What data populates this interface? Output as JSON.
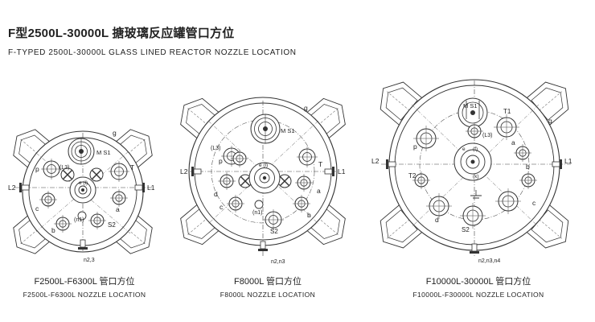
{
  "header": {
    "title_cn": "F型2500L-30000L 搪玻璃反应罐管口方位",
    "title_en": "F-TYPED 2500L-30000L GLASS LINED REACTOR NOZZLE LOCATION"
  },
  "diagrams": [
    {
      "caption_cn": "F2500L-F6300L 管口方位",
      "caption_en": "F2500L-F6300L NOZZLE LOCATION",
      "labels": {
        "ms": "M S1",
        "g": "g",
        "p": "p",
        "l3": "(L3)",
        "t": "T",
        "e": "e (l)",
        "l2": "L2",
        "l1": "L1",
        "c": "c",
        "a": "a",
        "n1": "(n1)",
        "b": "b",
        "s2": "S2",
        "bottom": "n2,3"
      }
    },
    {
      "caption_cn": "F8000L 管口方位",
      "caption_en": "F8000L NOZZLE LOCATION",
      "labels": {
        "ms": "M S1",
        "g": "g",
        "l3": "(L3)",
        "p": "p",
        "e": "e (l)",
        "t": "T",
        "l2": "L2",
        "l1": "L1",
        "d": "d",
        "a": "a",
        "n1": "(n1)",
        "c": "c",
        "b": "b",
        "s2": "S2",
        "bottom": "n2,n3"
      }
    },
    {
      "caption_cn": "F10000L-30000L 管口方位",
      "caption_en": "F10000L-F30000L NOZZLE LOCATION",
      "labels": {
        "ms": "M S1",
        "t1": "T1",
        "l3": "(L3)",
        "g": "g",
        "p": "p",
        "e": "e",
        "f": "(f)",
        "k": "(k)",
        "a": "a",
        "l2": "L2",
        "l1": "L1",
        "t2": "T2",
        "b": "b",
        "c": "c",
        "d": "d",
        "s2": "S2",
        "bottom": "n2,n3,n4"
      }
    }
  ]
}
